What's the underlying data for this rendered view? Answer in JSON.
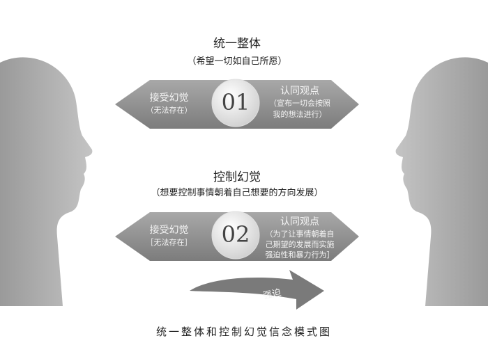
{
  "top": {
    "title": "统一整体",
    "subtitle": "（希望一切如自己所愿）",
    "number": "01",
    "left": {
      "title": "接受幻觉",
      "sub": "（无法存在）"
    },
    "right": {
      "title": "认同观点",
      "sub1": "（宣布一切会按照",
      "sub2": "我的想法进行）"
    }
  },
  "middle": {
    "title": "控制幻觉",
    "subtitle": "（想要控制事情朝着自己想要的方向发展）",
    "number": "02",
    "left": {
      "title": "接受幻觉",
      "sub": "［无法存在］"
    },
    "right": {
      "title": "认同观点",
      "sub1": "（为了让事情朝着自",
      "sub2": "己期望的发展而实施",
      "sub3": "强迫性和暴力行为］"
    }
  },
  "arrow_label": "强迫",
  "caption": "统一整体和控制幻觉信念模式图",
  "colors": {
    "band": "#8f8f8f",
    "head": "#b5b5b5",
    "circle": "#f2f2f2"
  }
}
